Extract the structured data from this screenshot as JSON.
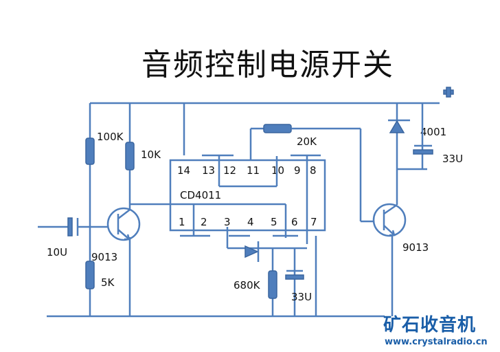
{
  "title": "音频控制电源开关",
  "power_symbol": "+",
  "ic": {
    "name": "CD4011",
    "top_pins": [
      "14",
      "13",
      "12",
      "11",
      "10",
      "9",
      "8"
    ],
    "bottom_pins": [
      "1",
      "2",
      "3",
      "4",
      "5",
      "6",
      "7"
    ]
  },
  "labels": {
    "r_100k": "100K",
    "r_10k": "10K",
    "r_20k": "20K",
    "r_5k": "5K",
    "r_680k": "680K",
    "c_10u": "10U",
    "c_33u_timer": "33U",
    "c_33u_out": "33U",
    "diode": "4001",
    "q1": "9013",
    "q2": "9013"
  },
  "watermark": {
    "title": "矿石收音机",
    "url": "www.crystalradio.cn"
  },
  "colors": {
    "wire": "#4f7ebc",
    "component_fill": "#4f7ebc",
    "watermark": "#1a5ea8"
  }
}
